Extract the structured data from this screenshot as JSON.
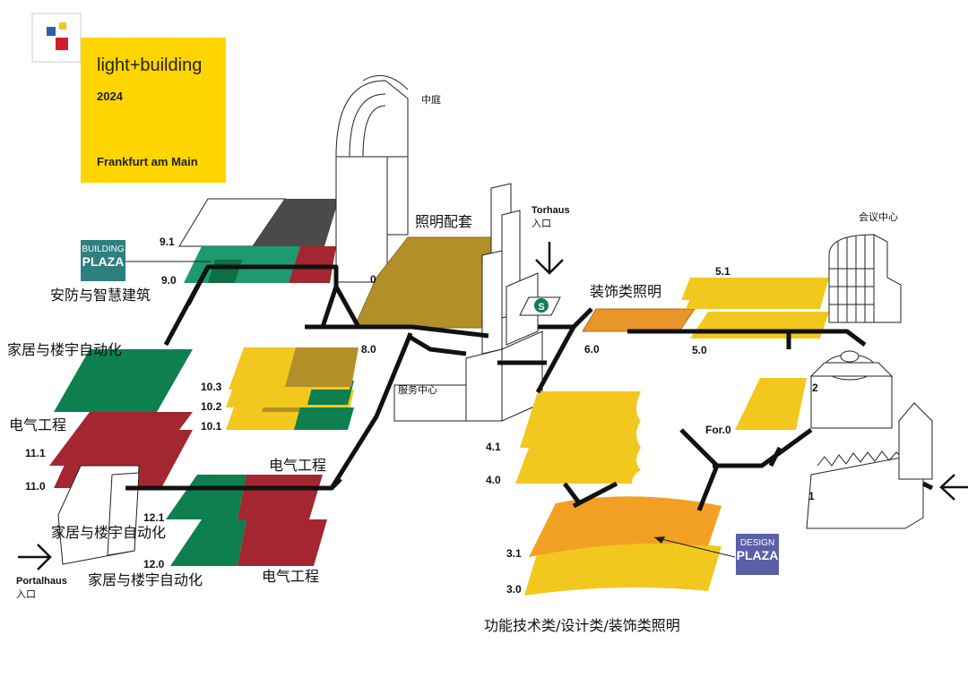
{
  "brand": {
    "title": "light+building",
    "year": "2024",
    "city": "Frankfurt am Main"
  },
  "plazas": {
    "building": {
      "line1": "BUILDING",
      "line2": "PLAZA"
    },
    "design": {
      "line1": "DESIGN",
      "line2": "PLAZA"
    }
  },
  "areas": {
    "atrium": "中庭",
    "lighting_accessories": "照明配套",
    "congress_center": "会议中心",
    "decorative_lighting": "装饰类照明",
    "security_smart": "安防与智慧建筑",
    "home_building_automation_1": "家居与楼宇自动化",
    "electrical_1": "电气工程",
    "electrical_2": "电气工程",
    "home_building_automation_2": "家居与楼宇自动化",
    "home_building_automation_3": "家居与楼宇自动化",
    "electrical_3": "电气工程",
    "service_center": "服务中心",
    "functional_design_decorative": "功能技术类/设计类/装饰类照明"
  },
  "entrances": {
    "torhaus": {
      "name": "Torhaus",
      "label": "入口"
    },
    "portalhaus": {
      "name": "Portalhaus",
      "label": "入口"
    }
  },
  "halls": {
    "h9_1": "9.1",
    "h9_0": "9.0",
    "h0": "0",
    "h8_0": "8.0",
    "h10_3": "10.3",
    "h10_2": "10.2",
    "h10_1": "10.1",
    "h11_1": "11.1",
    "h11_0": "11.0",
    "h12_1": "12.1",
    "h12_0": "12.0",
    "h5_1": "5.1",
    "h5_0": "5.0",
    "h6_0": "6.0",
    "h2": "2",
    "hFor0": "For.0",
    "h4_1": "4.1",
    "h4_0": "4.0",
    "h3_1": "3.1",
    "h3_0": "3.0",
    "h1": "1"
  },
  "colors": {
    "yellow": "#F2C81E",
    "olive": "#B38F2A",
    "green": "#0E7F4F",
    "red": "#A32630",
    "orange": "#E8952A",
    "gray": "#4A4A4A",
    "plaza_teal": "#2E7F7F",
    "plaza_blue": "#5A5FA8"
  },
  "icons": {
    "sbahn": "S"
  }
}
